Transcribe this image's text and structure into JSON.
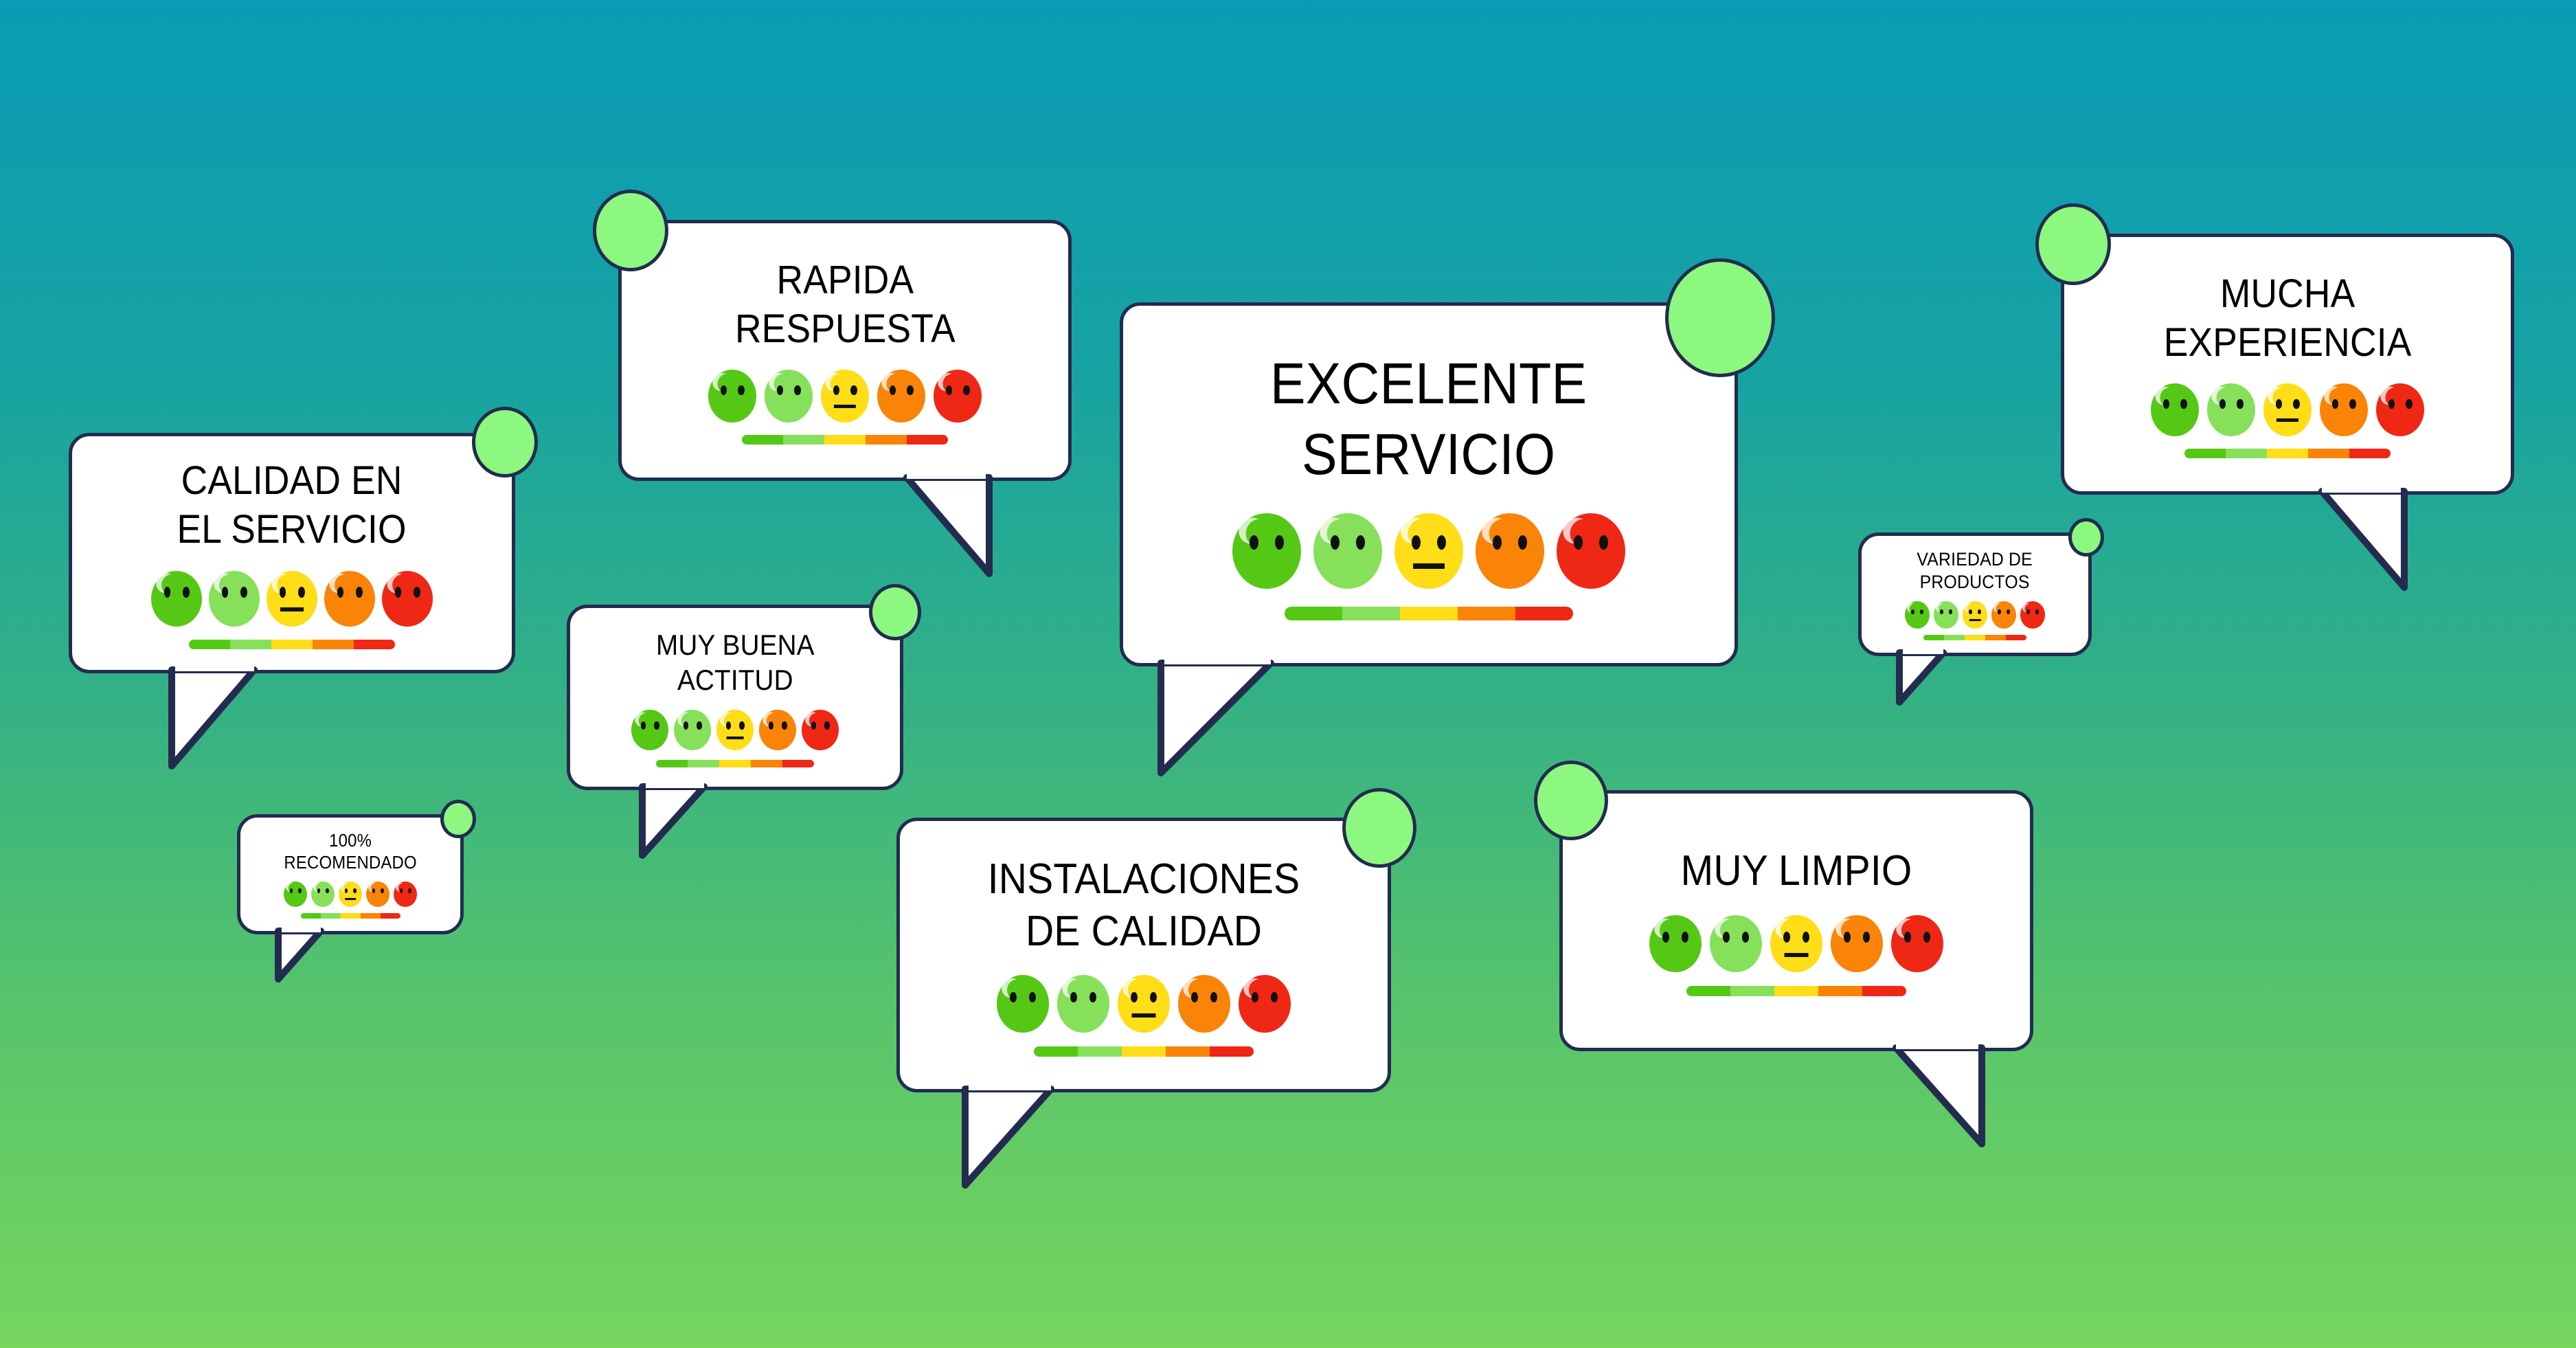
{
  "background": {
    "gradient_top": "#0a9bb5",
    "gradient_bottom": "#76d65e",
    "description": "vertical teal-to-green gradient"
  },
  "theme": {
    "bubble_fill": "#ffffff",
    "bubble_border": "#232c4f",
    "accent_circle": "#8cf87f",
    "text_color": "#000000"
  },
  "rating_scale": {
    "faces": [
      {
        "name": "very-happy-face",
        "mood": "happy",
        "color": "#55c816"
      },
      {
        "name": "happy-face",
        "mood": "happy",
        "color": "#86e05a"
      },
      {
        "name": "neutral-face",
        "mood": "neutral",
        "color": "#ffdd17"
      },
      {
        "name": "sad-face",
        "mood": "sad",
        "color": "#f98407"
      },
      {
        "name": "very-sad-face",
        "mood": "sad",
        "color": "#ef2715"
      }
    ],
    "bar_segments": [
      "#55c816",
      "#86e05a",
      "#ffdd17",
      "#f98407",
      "#ef2715"
    ]
  },
  "bubbles": [
    {
      "id": "calidad-en-el-servicio",
      "text": "CALIDAD EN\nEL SERVICIO",
      "lines": [
        "CALIDAD EN",
        "EL SERVICIO"
      ],
      "dot_position": "top-right",
      "tail_position": "bottom-left"
    },
    {
      "id": "rapida-respuesta",
      "text": "RAPIDA\nRESPUESTA",
      "lines": [
        "RAPIDA",
        "RESPUESTA"
      ],
      "dot_position": "top-left",
      "tail_position": "bottom-right"
    },
    {
      "id": "excelente-servicio",
      "text": "EXCELENTE\nSERVICIO",
      "lines": [
        "EXCELENTE",
        "SERVICIO"
      ],
      "dot_position": "top-right",
      "tail_position": "bottom-left"
    },
    {
      "id": "mucha-experiencia",
      "text": "MUCHA\nEXPERIENCIA",
      "lines": [
        "MUCHA",
        "EXPERIENCIA"
      ],
      "dot_position": "top-left",
      "tail_position": "bottom-right"
    },
    {
      "id": "muy-buena-actitud",
      "text": "MUY BUENA\nACTITUD",
      "lines": [
        "MUY BUENA",
        "ACTITUD"
      ],
      "dot_position": "top-right",
      "tail_position": "bottom-left"
    },
    {
      "id": "variedad-de-productos",
      "text": "VARIEDAD DE\nPRODUCTOS",
      "lines": [
        "VARIEDAD DE",
        "PRODUCTOS"
      ],
      "dot_position": "top-right",
      "tail_position": "bottom-left"
    },
    {
      "id": "cien-por-ciento-recomendado",
      "text": "100%\nRECOMENDADO",
      "lines": [
        "100%",
        "RECOMENDADO"
      ],
      "dot_position": "top-right",
      "tail_position": "bottom-left"
    },
    {
      "id": "instalaciones-de-calidad",
      "text": "INSTALACIONES\nDE CALIDAD",
      "lines": [
        "INSTALACIONES",
        "DE CALIDAD"
      ],
      "dot_position": "top-right",
      "tail_position": "bottom-left"
    },
    {
      "id": "muy-limpio",
      "text": "MUY LIMPIO",
      "lines": [
        "MUY LIMPIO"
      ],
      "dot_position": "top-left",
      "tail_position": "bottom-right"
    }
  ]
}
